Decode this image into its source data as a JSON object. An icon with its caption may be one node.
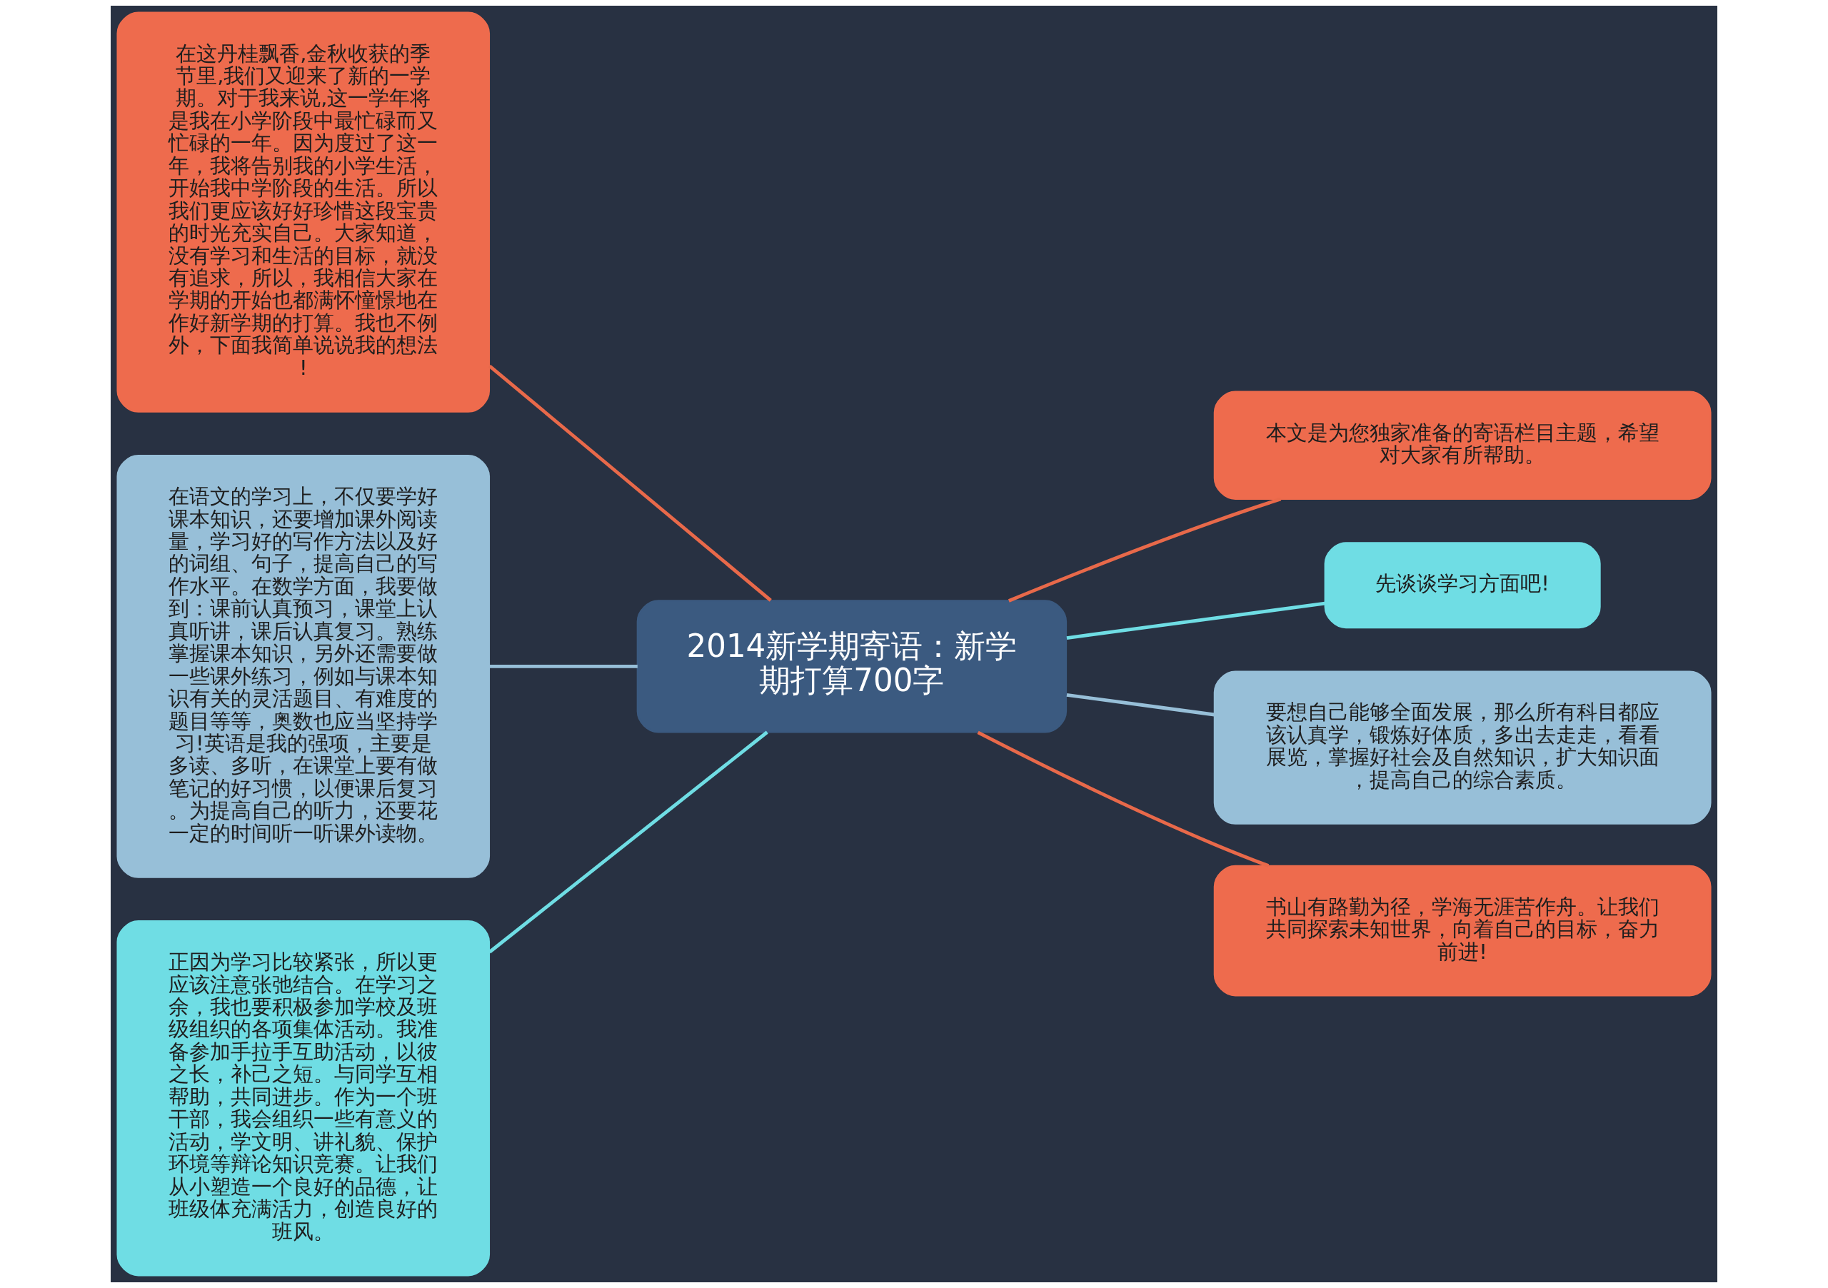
{
  "diagram": {
    "nodes": [
      {
        "text": [
          "2014新学期寄语：新学期打算700字"
        ]
      },
      {
        "text": [
          "在这丹桂飘香,金秋收获的季节里,我们又迎来了新的一学期。对于我来说,这一学年将是我在小学阶段中最忙碌而又忙碌的一年。因为度过了这一年，我将告别我的小学生活，开始我中学阶段的生活。所以我们更应该好好珍惜这段宝贵的时光充实自己。大家知道，没有学习和生活的目标，就没有追求，所以，我相信大家在学期的开始也都满怀憧憬地在作好新学期的打算。我也不例外，下面我简单说说我的想法!"
        ]
      },
      {
        "text": [
          "在语文的学习上，不仅要学好课本知识，还要增加课外阅读量，学习好的写作方法以及好的词组、句子，提高自己的写作水平。在数学方面，我要做到：课前认真预习，课堂上认真听讲，课后认真复习。熟练掌握课本知识，另外还需要做一些课外练习，例如与课本知识有关的灵活题目、有难度的题目等等，奥数也应当坚持学习!英语是我的强项，主要是多读、多听，在课堂上要有做笔记的好习惯，以便课后复习。为提高自己的听力，还要花一定的时间听一听课外读物。"
        ]
      },
      {
        "text": [
          "正因为学习比较紧张，所以更应该注意张弛结合。在学习之余，我也要积极参加学校及班级组织的各项集体活动。我准备参加手拉手互助活动，以彼之长，补己之短。与同学互相帮助，共同进步。作为一个班干部，我会组织一些有意义的活动，学文明、讲礼貌、保护环境等辩论知识竞赛。让我们从小塑造一个良好的品德，让班级体充满活力，创造良好的班风。"
        ]
      },
      {
        "text": [
          "本文是为您独家准备的寄语栏目主题，希望对大家有所帮助。"
        ]
      },
      {
        "text": [
          "先谈谈学习方面吧!"
        ]
      },
      {
        "text": [
          "要想自己能够全面发展，那么所有科目都应该认真学，锻炼好体质，多出去走走，看看展览，掌握好社会及自然知识，扩大知识面，提高自己的综合素质。"
        ]
      },
      {
        "text": [
          "书山有路勤为径，学海无涯苦作舟。让我们共同探索未知世界，向着自己的目标，奋力前进!"
        ]
      }
    ],
    "edges": [
      {
        "from": 0,
        "to": 1,
        "arrow": "none",
        "color": "#e8694a"
      },
      {
        "from": 0,
        "to": 2,
        "arrow": "none",
        "color": "#97bfd8"
      },
      {
        "from": 0,
        "to": 3,
        "arrow": "none",
        "color": "#6fdde4"
      },
      {
        "from": 0,
        "to": 4,
        "arrow": "none",
        "color": "#e8694a"
      },
      {
        "from": 0,
        "to": 5,
        "arrow": "none",
        "color": "#6fdde4"
      },
      {
        "from": 0,
        "to": 6,
        "arrow": "none",
        "color": "#97bfd8"
      },
      {
        "from": 0,
        "to": 7,
        "arrow": "none",
        "color": "#e8694a"
      }
    ]
  }
}
